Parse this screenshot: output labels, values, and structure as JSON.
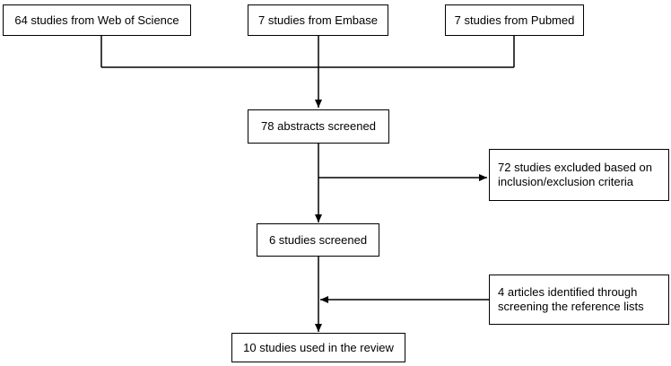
{
  "flow": {
    "sources": {
      "wos": "64 studies from Web of Science",
      "embase": "7 studies from Embase",
      "pubmed": "7 studies from Pubmed"
    },
    "abstracts_screened": "78 abstracts screened",
    "excluded": {
      "line1": "72 studies excluded based on",
      "line2": "inclusion/exclusion criteria"
    },
    "studies_screened": "6 studies screened",
    "identified": {
      "line1": "4 articles identified through",
      "line2": "screening the reference lists"
    },
    "final": "10 studies used in the review"
  }
}
